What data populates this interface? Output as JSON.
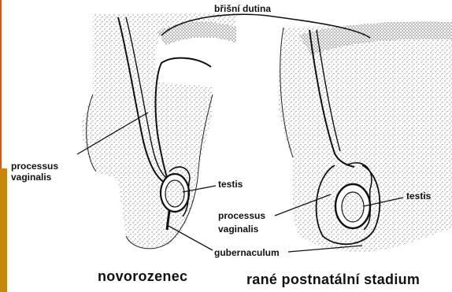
{
  "labels": {
    "bribni_dutina": "břišní dutina",
    "processus_left_line1": "processus",
    "processus_left_line2": "vaginalis",
    "testis_left": "testis",
    "processus_right_line1": "processus",
    "processus_right_line2": "vaginalis",
    "testis_right": "testis",
    "gubernaculum": "gubernaculum"
  },
  "captions": {
    "left": "novorozenec",
    "right": "rané postnatální stadium"
  },
  "colors": {
    "edge_orange": "#e0551f",
    "edge_gold": "#c8860a",
    "ink": "#111111"
  }
}
